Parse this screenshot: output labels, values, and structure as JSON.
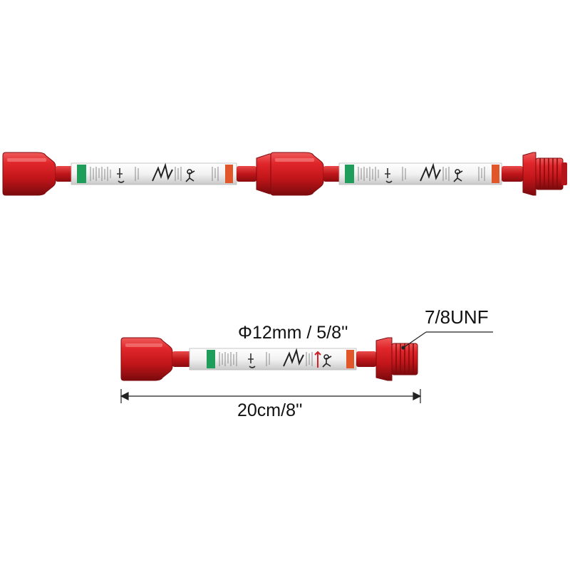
{
  "labels": {
    "diameter": "Φ12mm / 5/8''",
    "thread": "7/8UNF",
    "length": "20cm/8''"
  },
  "colors": {
    "fitting_red": "#c8171b",
    "fitting_highlight": "#e9494a",
    "fitting_shadow": "#7e0b0e",
    "hose_white": "#f4f4f4",
    "label_green": "#1f9d5a",
    "label_orange": "#e2572a",
    "dimension_line": "#222222"
  },
  "hose_label_icons": [
    "hand-icon",
    "spray-burst-icon",
    "warning-person-icon"
  ]
}
